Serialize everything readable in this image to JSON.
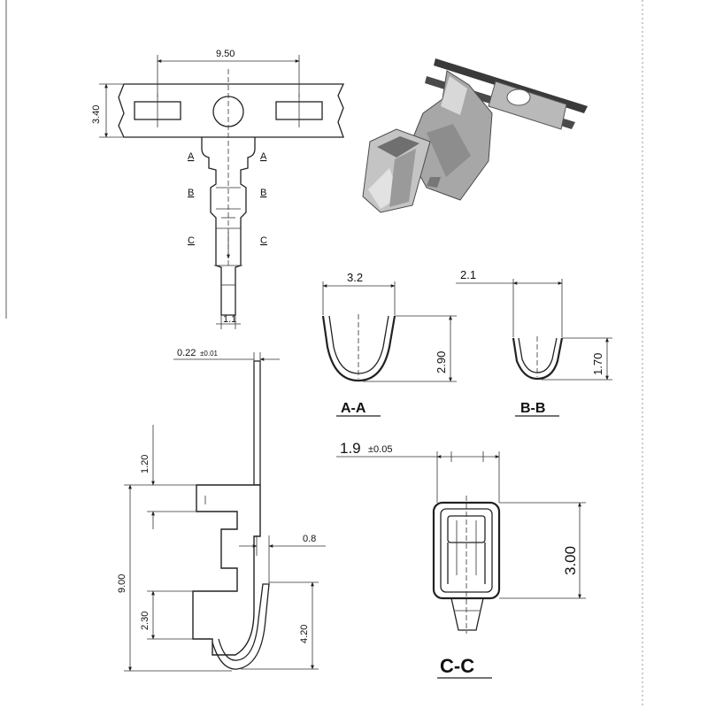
{
  "strip": {
    "pitch": "9.50",
    "height": "3.40",
    "tail_width": "1.1",
    "markers": [
      "A",
      "B",
      "C"
    ]
  },
  "profile": {
    "thickness": "0.22",
    "thickness_tol": "±0.01",
    "tab_height": "1.20",
    "total_length": "9.00",
    "lower_height": "2.30",
    "spring_gap": "0.8",
    "spring_height": "4.20"
  },
  "sections": {
    "aa": {
      "label": "A-A",
      "width": "3.2",
      "height": "2.90"
    },
    "bb": {
      "label": "B-B",
      "width": "2.1",
      "height": "1.70"
    },
    "cc": {
      "label": "C-C",
      "width": "1.9",
      "width_tol": "±0.05",
      "height": "3.00"
    }
  }
}
